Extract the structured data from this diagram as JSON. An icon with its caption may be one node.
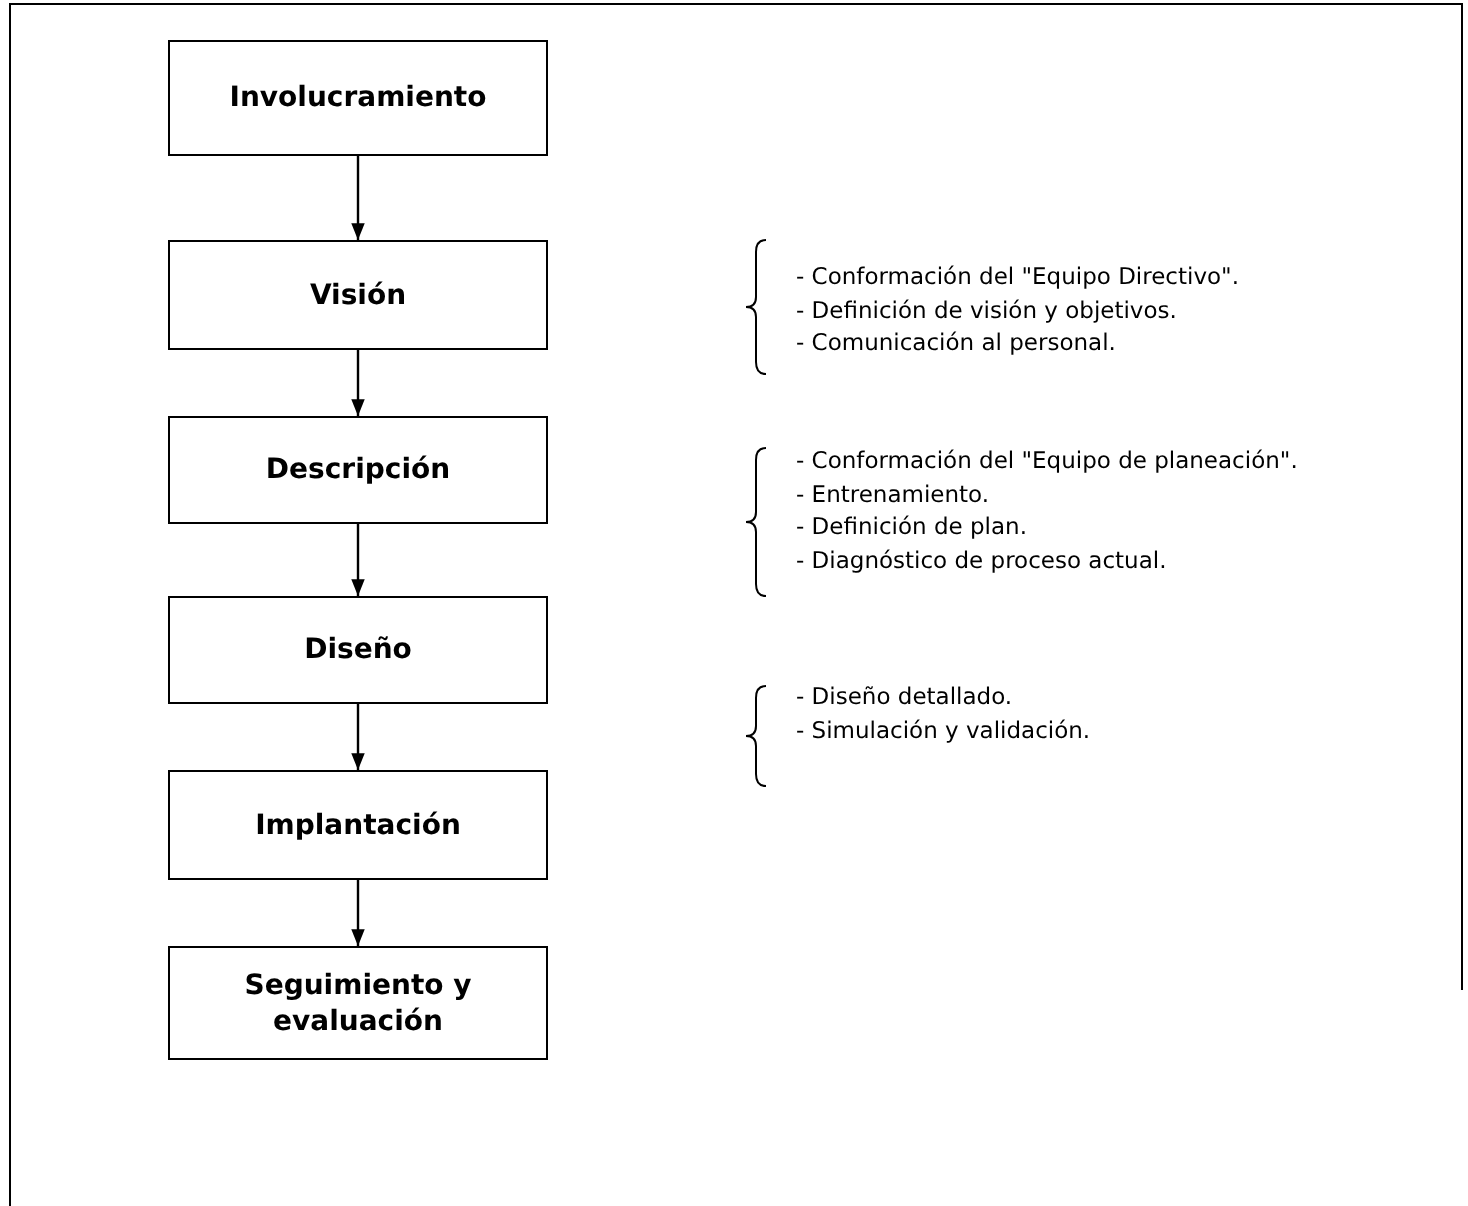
{
  "diagram": {
    "nodes": [
      {
        "text": [
          "Involucramiento"
        ]
      },
      {
        "text": [
          "Visión"
        ],
        "beside": [
          "- Conformación del \"Equipo Directivo\".",
          "- Definición de visión y objetivos.",
          "- Comunicación al personal."
        ]
      },
      {
        "text": [
          "Descripción"
        ],
        "beside": [
          "- Conformación del \"Equipo de planeación\".",
          "- Entrenamiento.",
          "- Definición de plan.",
          "- Diagnóstico de proceso actual."
        ]
      },
      {
        "text": [
          "Diseño"
        ],
        "beside": [
          "- Diseño detallado.",
          "- Simulación y validación."
        ]
      },
      {
        "text": [
          "Implantación"
        ]
      },
      {
        "text": [
          "Seguimiento y evaluación"
        ]
      }
    ],
    "edges": [
      {
        "from": 0,
        "to": 1,
        "arrow": "to"
      },
      {
        "from": 1,
        "to": 2,
        "arrow": "to"
      },
      {
        "from": 2,
        "to": 3,
        "arrow": "to"
      },
      {
        "from": 3,
        "to": 4,
        "arrow": "to"
      },
      {
        "from": 4,
        "to": 5,
        "arrow": "to"
      }
    ]
  }
}
